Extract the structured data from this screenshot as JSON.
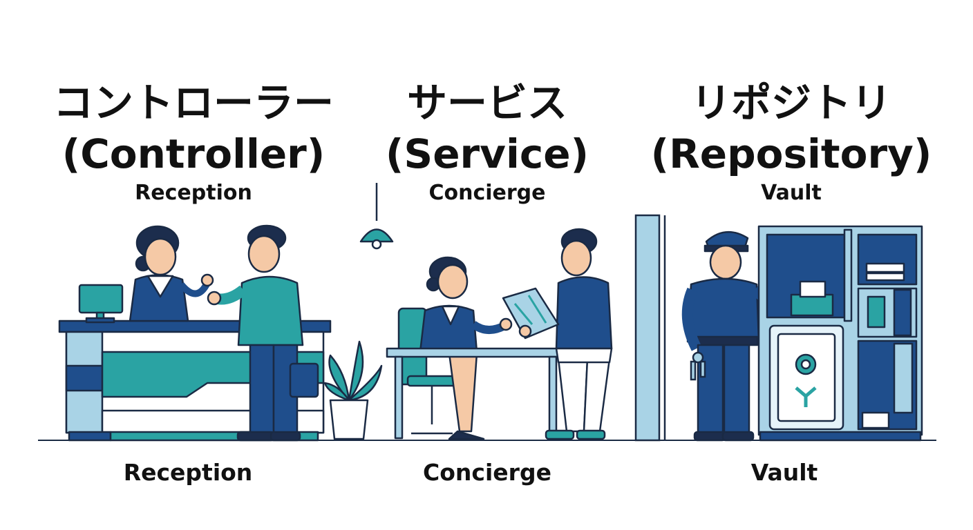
{
  "palette": {
    "navy": "#1f4e8c",
    "teal": "#2aa3a3",
    "light_blue": "#a9d3e6",
    "outline": "#1a2a44",
    "skin": "#f5c9a6",
    "hair": "#1c2d4d"
  },
  "columns": [
    {
      "title_ja": "コントローラー",
      "title_en": "(Controller)",
      "subtitle": "Reception",
      "caption": "Reception"
    },
    {
      "title_ja": "サービス",
      "title_en": "(Service)",
      "subtitle": "Concierge",
      "caption": "Concierge"
    },
    {
      "title_ja": "リポジトリ",
      "title_en": "(Repository)",
      "subtitle": "Vault",
      "caption": "Vault"
    }
  ],
  "icons": [
    "reception-desk-icon",
    "receptionist-icon",
    "visitor-icon",
    "monitor-icon",
    "plant-icon",
    "pendant-lamp-icon",
    "concierge-icon",
    "guest-with-map-icon",
    "guard-icon",
    "vault-cabinet-icon",
    "keys-icon"
  ]
}
